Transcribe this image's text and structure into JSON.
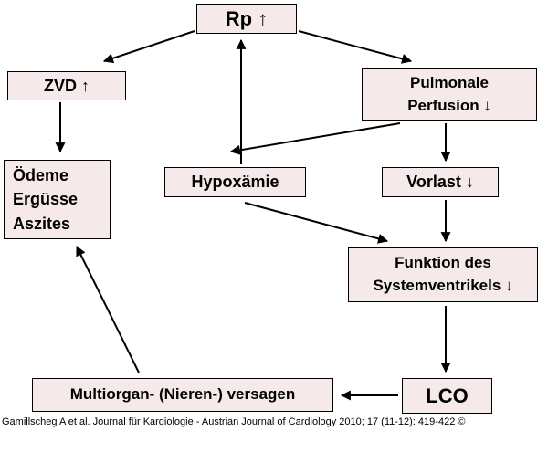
{
  "diagram": {
    "title": "Pathophysiology cascade flowchart",
    "boxes": {
      "rp": "Rp ↑",
      "zvd": "ZVD ↑",
      "pulmonale": "Pulmonale\nPerfusion ↓",
      "oedeme": "Ödeme\nErgüsse\nAszites",
      "hypoxaemie": "Hypoxämie",
      "vorlast": "Vorlast ↓",
      "funktion": "Funktion des\nSystemventrikels ↓",
      "lco": "LCO",
      "multiorgan": "Multiorgan- (Nieren-) versagen"
    },
    "arrows": [
      {
        "from": "rp",
        "to": "zvd"
      },
      {
        "from": "rp",
        "to": "pulmonale"
      },
      {
        "from": "zvd",
        "to": "oedeme"
      },
      {
        "from": "hypoxaemie",
        "to": "rp"
      },
      {
        "from": "pulmonale",
        "to": "hypoxaemie"
      },
      {
        "from": "pulmonale",
        "to": "vorlast"
      },
      {
        "from": "vorlast",
        "to": "funktion"
      },
      {
        "from": "hypoxaemie",
        "to": "funktion"
      },
      {
        "from": "funktion",
        "to": "lco"
      },
      {
        "from": "lco",
        "to": "multiorgan"
      },
      {
        "from": "multiorgan",
        "to": "oedeme"
      }
    ],
    "colors": {
      "box_fill": "#f6e9e9",
      "box_border": "#000000",
      "arrow": "#000000",
      "background": "#ffffff"
    },
    "citation": "Gamillscheg A et al. Journal für Kardiologie - Austrian Journal of Cardiology 2010; 17 (11-12): 419-422 ©"
  }
}
